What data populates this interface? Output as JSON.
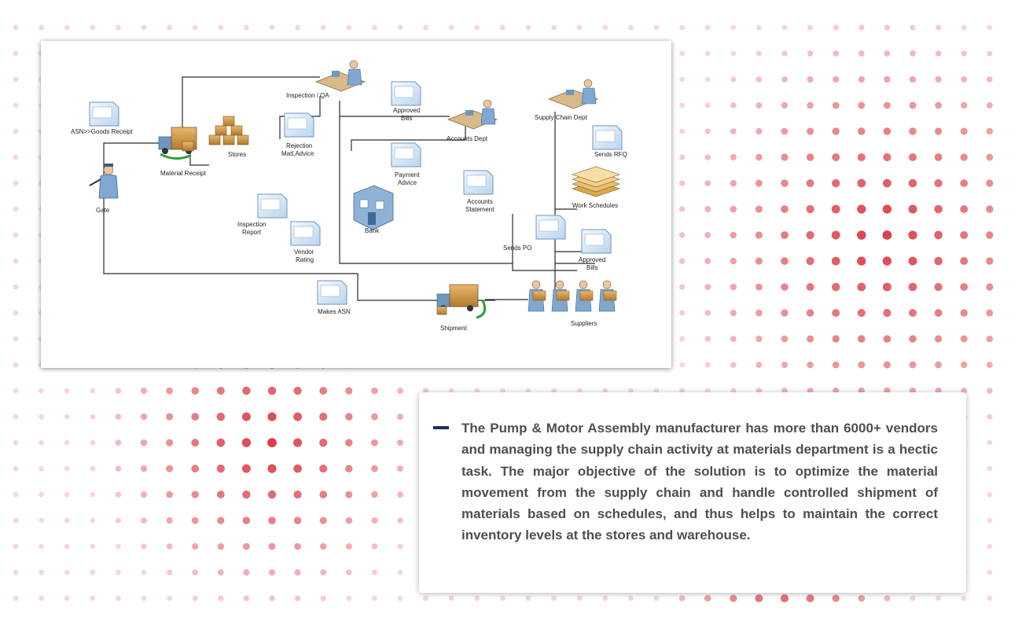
{
  "diagram": {
    "labels": {
      "gate": "Gate",
      "asn_goods_receipt": "ASN>>Goods Receipt",
      "material_receipt": "Material Receipt",
      "stores": "Stores",
      "inspection_qa": "Inspection / QA",
      "rejection_line1": "Rejection",
      "rejection_line2": "Matl,Advice",
      "approved_bills_top_line1": "Approved",
      "approved_bills_top_line2": "Bills",
      "accounts_dept": "Accounts Dept",
      "payment_advice_line1": "Payment",
      "payment_advice_line2": "Advice",
      "bank": "Bank",
      "accounts_statement_line1": "Accounts",
      "accounts_statement_line2": "Statement",
      "inspection_report_line1": "Inspection",
      "inspection_report_line2": "Report",
      "vendor_rating_line1": "Vendor",
      "vendor_rating_line2": "Rating",
      "makes_asn": "Makes ASN",
      "shipment": "Shipment",
      "sends_po": "Sends PO",
      "supply_chain_dept": "Supply Chain Dept",
      "sends_rfq": "Sends RFQ",
      "work_schedules": "Work Schedules",
      "approved_bills_right_line1": "Approved",
      "approved_bills_right_line2": "Bills",
      "suppliers": "Suppliers"
    }
  },
  "description": {
    "text": "The Pump & Motor Assembly manufacturer has more than 6000+ vendors and managing  the supply chain activity at materials department is a hectic task. The  major  objective of  the  solution is to optimize the material  movement from  the supply chain  and handle controlled  shipment of  materials based on schedules, and thus  helps to maintain  the correct  inventory  levels at the stores and warehouse."
  },
  "colors": {
    "bullet": "#1c2f5e",
    "dot_strong": "#d9303c",
    "text": "#4f4f4f",
    "doc_fill": "#cfe3f5",
    "doc_stroke": "#6f96bf"
  }
}
